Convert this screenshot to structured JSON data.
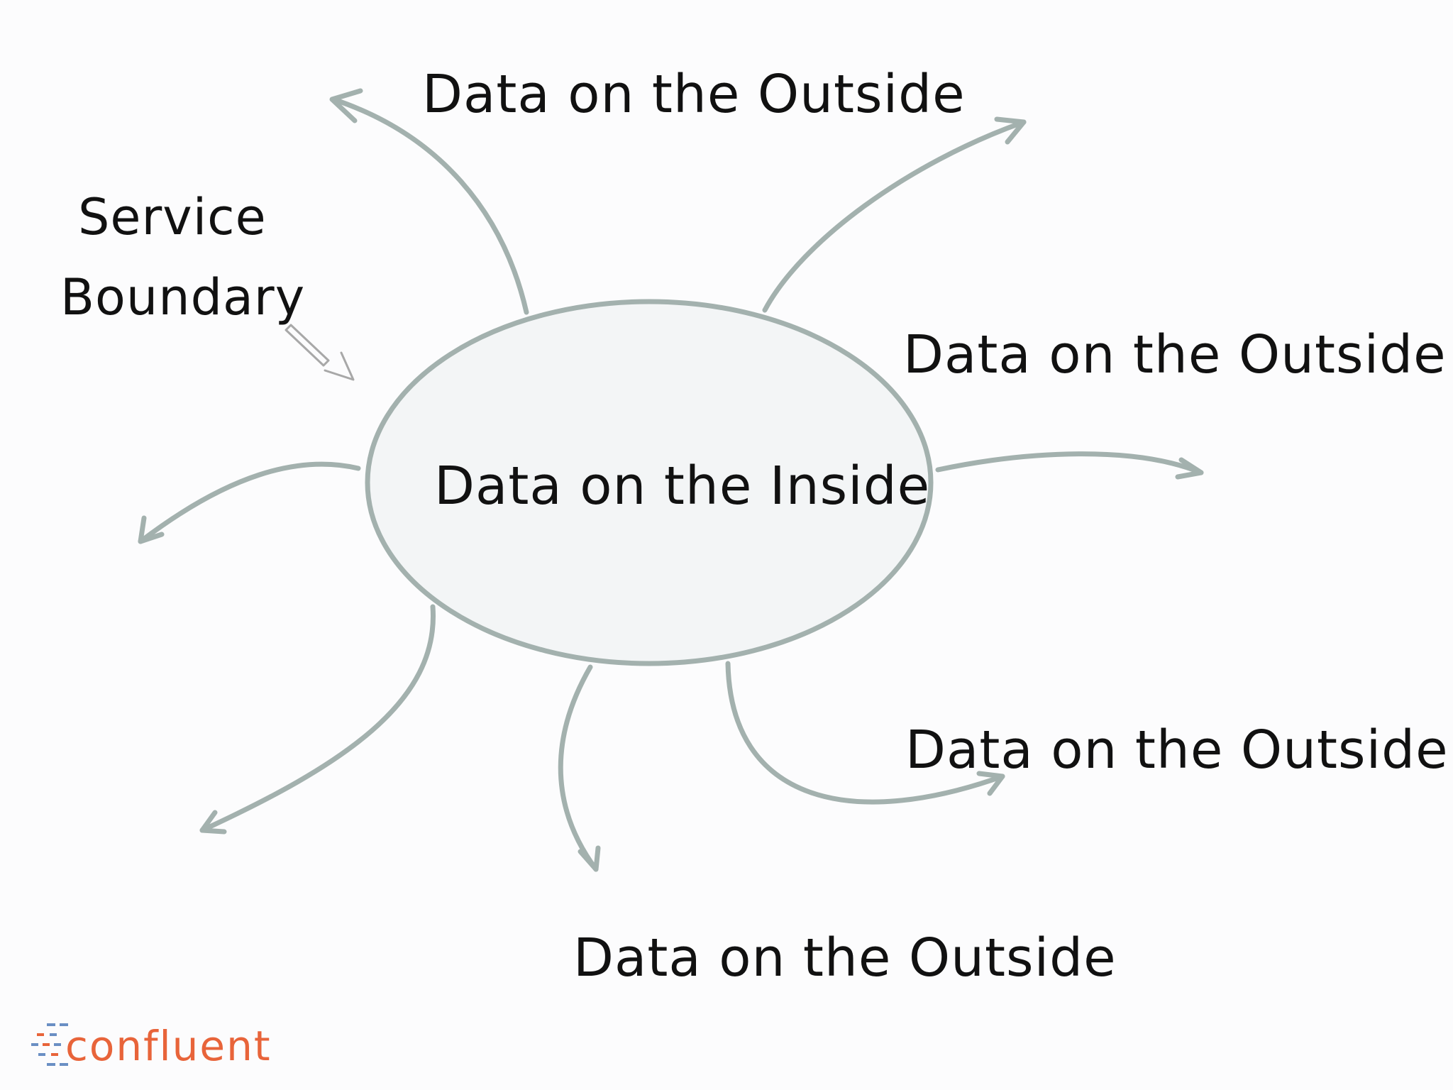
{
  "diagram": {
    "center_label": "Data on the Inside",
    "boundary_label_line1": "Service",
    "boundary_label_line2": "Boundary",
    "outside_labels": [
      "Data on the Outside",
      "Data on the Outside",
      "Data on the Outside",
      "Data on the Outside"
    ]
  },
  "logo": {
    "text": "confluent"
  },
  "colors": {
    "arrow": "#a3b1ae",
    "ellipse_fill": "#f3f5f6",
    "text": "#111111",
    "logo": "#e8643a",
    "logo_mark": "#6a8fc4"
  },
  "icons": {
    "logo_mark": "confluent-logo-mark-icon",
    "pointer": "hollow-arrow-icon"
  }
}
